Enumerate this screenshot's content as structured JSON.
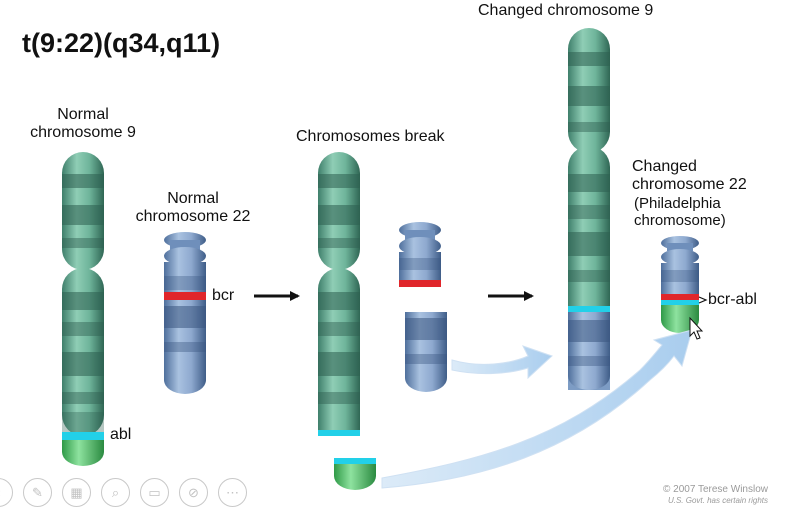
{
  "title": "t(9:22)(q34,q11)",
  "labels": {
    "normal9": [
      "Normal",
      "chromosome 9"
    ],
    "normal22": [
      "Normal",
      "chromosome 22"
    ],
    "break": "Chromosomes break",
    "changed9": "Changed chromosome 9",
    "changed22": [
      "Changed",
      "chromosome 22",
      "(Philadelphia",
      "chromosome)"
    ],
    "bcr": "bcr",
    "abl": "abl",
    "bcr_abl": "bcr-abl"
  },
  "credit": {
    "line1": "© 2007 Terese Winslow",
    "line2": "U.S. Govt. has certain rights"
  },
  "toolbar": [
    {
      "name": "back-icon",
      "glyph": "‹"
    },
    {
      "name": "pen-icon",
      "glyph": "✎"
    },
    {
      "name": "slides-icon",
      "glyph": "▦"
    },
    {
      "name": "zoom-icon",
      "glyph": "⌕"
    },
    {
      "name": "subtitles-icon",
      "glyph": "▭"
    },
    {
      "name": "camera-off-icon",
      "glyph": "⊘"
    },
    {
      "name": "more-icon",
      "glyph": "⋯"
    }
  ],
  "colors": {
    "chr9": "#5fa88f",
    "chr22": "#7d9cc4",
    "break_point": "#e0262b",
    "abl_marker": "#22d0e8",
    "abl_tip": "#48c163",
    "arrow_blue": "#b8d6f0"
  }
}
